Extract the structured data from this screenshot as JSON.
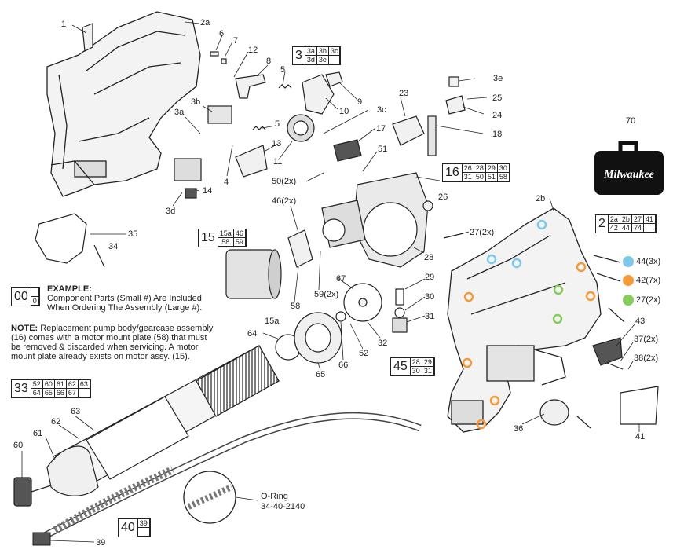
{
  "parts": {
    "p1": "1",
    "p2a": "2a",
    "p2b": "2b",
    "p3a": "3a",
    "p3b": "3b",
    "p3c": "3c",
    "p3d": "3d",
    "p3e": "3e",
    "p4": "4",
    "p5a": "5",
    "p5b": "5",
    "p6": "6",
    "p7": "7",
    "p8": "8",
    "p9": "9",
    "p10": "10",
    "p11": "11",
    "p12": "12",
    "p13": "13",
    "p14": "14",
    "p17": "17",
    "p18": "18",
    "p23": "23",
    "p24": "24",
    "p25": "25",
    "p26": "26",
    "p27": "27(2x)",
    "p28": "28",
    "p29": "29",
    "p30": "30",
    "p31": "31",
    "p32": "32",
    "p34": "34",
    "p35": "35",
    "p36": "36",
    "p37": "37(2x)",
    "p38": "38(2x)",
    "p39": "39",
    "p41": "41",
    "p43": "43",
    "p46": "46(2x)",
    "p50": "50(2x)",
    "p51": "51",
    "p52": "52",
    "p58": "58",
    "p59": "59(2x)",
    "p60": "60",
    "p61": "61",
    "p62": "62",
    "p63": "63",
    "p64": "64",
    "p65": "65",
    "p66": "66",
    "p67": "67",
    "p70": "70",
    "p15a": "15a"
  },
  "groups": {
    "g3": {
      "num": "3",
      "cells": [
        "3a",
        "3b",
        "3c",
        "3d",
        "3e"
      ]
    },
    "g16": {
      "num": "16",
      "cells": [
        "26",
        "28",
        "29",
        "30",
        "31",
        "50",
        "51",
        "58"
      ]
    },
    "g2": {
      "num": "2",
      "cells": [
        "2a",
        "2b",
        "27",
        "41",
        "42",
        "44",
        "74"
      ]
    },
    "g15": {
      "num": "15",
      "cells": [
        "15a",
        "46",
        "58",
        "59"
      ]
    },
    "g45": {
      "num": "45",
      "cells": [
        "28",
        "29",
        "30",
        "31"
      ]
    },
    "g33": {
      "num": "33",
      "cells": [
        "52",
        "60",
        "61",
        "62",
        "63",
        "64",
        "65",
        "66",
        "67"
      ]
    },
    "g40": {
      "num": "40",
      "cells": [
        "39"
      ]
    },
    "g00": {
      "num": "00",
      "cells": [
        "0"
      ]
    }
  },
  "legend": [
    {
      "label": "44(3x)",
      "color": "#7ec8e8"
    },
    {
      "label": "42(7x)",
      "color": "#f39a3a"
    },
    {
      "label": "27(2x)",
      "color": "#86cc5a"
    }
  ],
  "example": {
    "title": "EXAMPLE:",
    "line1": "Component Parts (Small #) Are Included",
    "line2": "When Ordering The Assembly (Large #)."
  },
  "note": {
    "title": "NOTE:",
    "line1": " Replacement pump body/gearcase assembly",
    "line2": "(16) comes with a motor mount plate (58) that must",
    "line3": "be removed & discarded when servicing.  A motor",
    "line4": "mount plate already exists on motor assy. (15)."
  },
  "oring": {
    "label": "O-Ring",
    "part": "34-40-2140"
  },
  "brand": "Milwaukee"
}
